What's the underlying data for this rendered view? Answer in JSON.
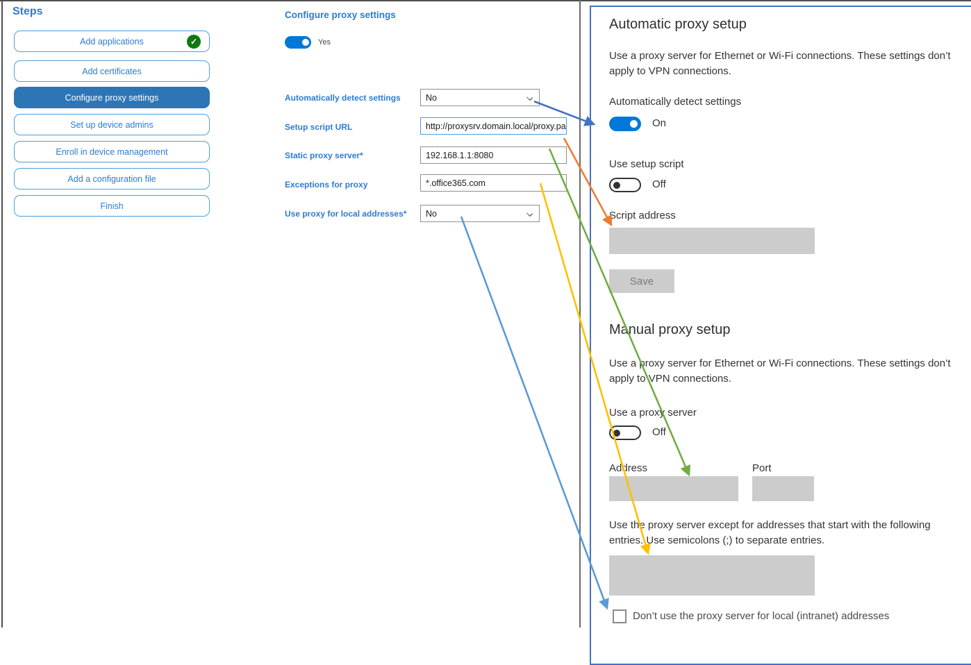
{
  "sidebar": {
    "title": "Steps",
    "steps": [
      {
        "label": "Add applications",
        "completed": true,
        "active": false
      },
      {
        "label": "Add certificates",
        "completed": false,
        "active": false
      },
      {
        "label": "Configure proxy settings",
        "completed": false,
        "active": true
      },
      {
        "label": "Set up device admins",
        "completed": false,
        "active": false
      },
      {
        "label": "Enroll in device management",
        "completed": false,
        "active": false
      },
      {
        "label": "Add a configuration file",
        "completed": false,
        "active": false
      },
      {
        "label": "Finish",
        "completed": false,
        "active": false
      }
    ],
    "check_glyph": "✓"
  },
  "form": {
    "heading": "Configure proxy settings",
    "enabled_toggle_label": "Yes",
    "fields": [
      {
        "label": "Automatically detect settings",
        "type": "select",
        "value": "No"
      },
      {
        "label": "Setup script URL",
        "type": "text",
        "value": "http://proxysrv.domain.local/proxy.pa"
      },
      {
        "label": "Static proxy server*",
        "type": "text",
        "value": "192.168.1.1:8080"
      },
      {
        "label": "Exceptions for proxy",
        "type": "text",
        "value": "*.office365.com"
      },
      {
        "label": "Use proxy for local addresses*",
        "type": "select",
        "value": "No"
      }
    ]
  },
  "settings_panel": {
    "auto": {
      "heading": "Automatic proxy setup",
      "description": "Use a proxy server for Ethernet or Wi-Fi connections. These settings don’t apply to VPN connections.",
      "detect_label": "Automatically detect settings",
      "detect_state": "On",
      "script_toggle_label": "Use setup script",
      "script_toggle_state": "Off",
      "script_address_label": "Script address",
      "save_button": "Save"
    },
    "manual": {
      "heading": "Manual proxy setup",
      "description": "Use a proxy server for Ethernet or Wi-Fi connections. These settings don’t apply to VPN connections.",
      "proxy_toggle_label": "Use a proxy server",
      "proxy_toggle_state": "Off",
      "address_label": "Address",
      "port_label": "Port",
      "exceptions_description": "Use the proxy server except for addresses that start with the following entries. Use semicolons (;) to separate entries.",
      "checkbox_label": "Don’t use the proxy server for local (intranet) addresses"
    }
  },
  "arrows": [
    {
      "name": "detect-settings-mapping",
      "color": "#4472c4"
    },
    {
      "name": "setup-script-mapping",
      "color": "#ed7d31"
    },
    {
      "name": "static-proxy-mapping",
      "color": "#70ad47"
    },
    {
      "name": "exceptions-mapping",
      "color": "#ffc000"
    },
    {
      "name": "local-addresses-mapping",
      "color": "#5b9bd5"
    }
  ],
  "colors": {
    "accent_blue": "#2b7cd3",
    "active_step_bg": "#2e75b5",
    "toggle_on": "#0078d7",
    "completed_green": "#0e7a0d",
    "panel_border": "#4472c4",
    "disabled_gray": "#cccccc"
  }
}
